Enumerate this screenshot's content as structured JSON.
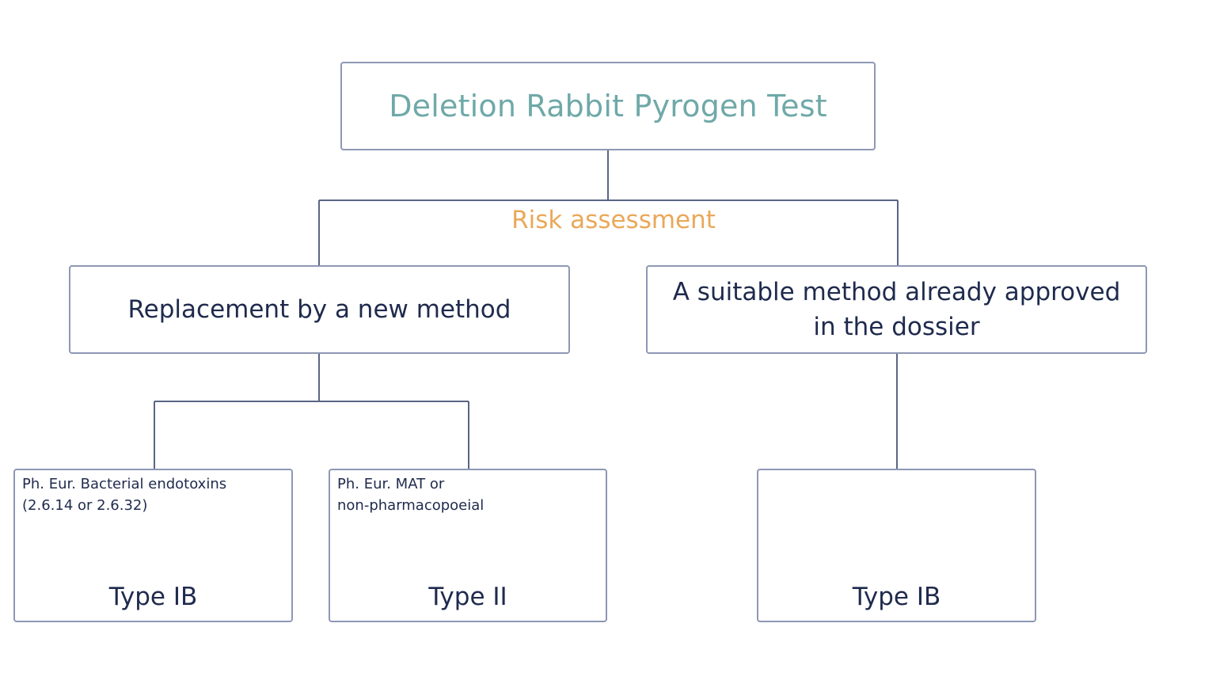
{
  "title": "Deletion Rabbit Pyrogen Test",
  "risk_label": "Risk assessment",
  "left_branch": {
    "label": "Replacement by a new method",
    "leaves": [
      {
        "desc_lines": [
          "Ph. Eur. Bacterial endotoxins",
          "(2.6.14 or 2.6.32)"
        ],
        "type": "Type IB"
      },
      {
        "desc_lines": [
          "Ph. Eur. MAT or",
          "non-pharmacopoeial"
        ],
        "type": "Type II"
      }
    ]
  },
  "right_branch": {
    "label_lines": [
      "A suitable method already approved",
      "in the dossier"
    ],
    "leaf": {
      "type": "Type IB"
    }
  },
  "colors": {
    "title": "#6fa9a8",
    "risk": "#eaa85a",
    "text": "#1f2a4d",
    "border": "#8e97b4",
    "connector": "#5a6585"
  }
}
